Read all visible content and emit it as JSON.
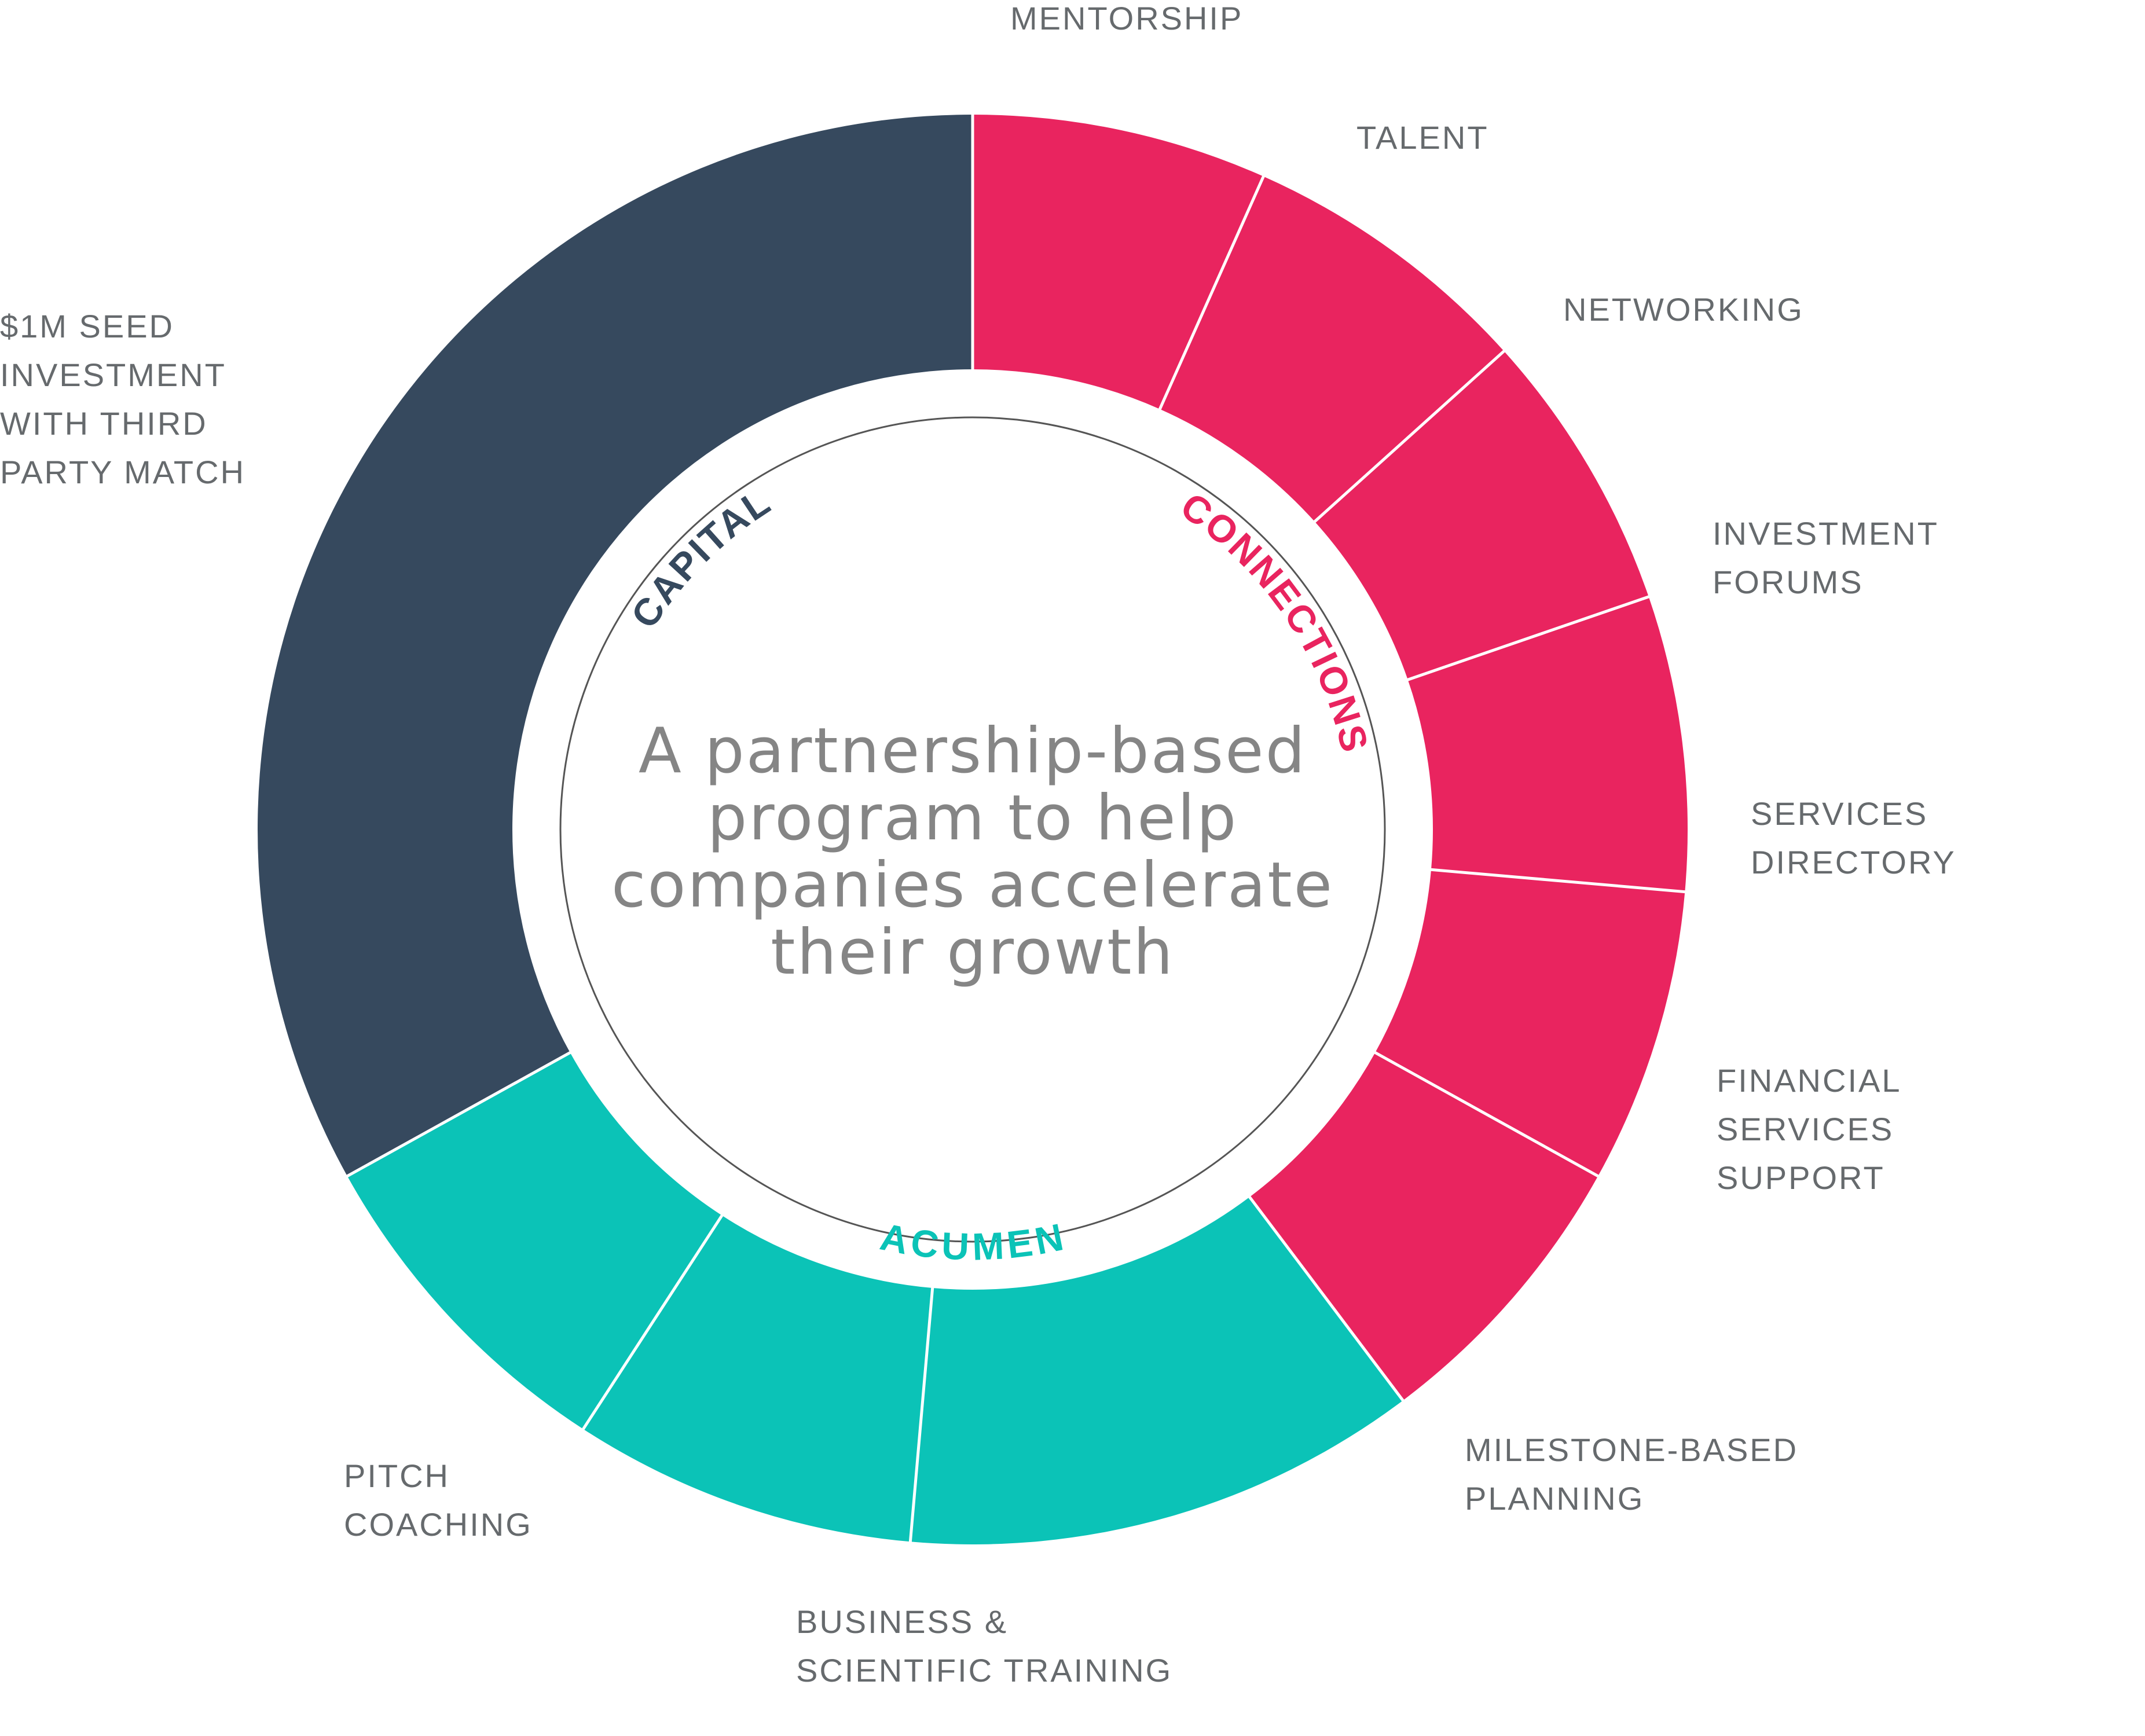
{
  "center_text": "A partnership-based\nprogram to help\ncompanies accelerate\ntheir growth",
  "colors": {
    "capital": "#36495e",
    "connections": "#e9245f",
    "acumen": "#0bc3b7",
    "label": "#666a6d",
    "center": "#858585"
  },
  "categories": [
    {
      "key": "capital",
      "label": "CAPITAL",
      "color": "#36495e"
    },
    {
      "key": "connections",
      "label": "CONNECTIONS",
      "color": "#e9245f"
    },
    {
      "key": "acumen",
      "label": "ACUMEN",
      "color": "#0bc3b7"
    }
  ],
  "segments": [
    {
      "label": "MENTORSHIP",
      "category": "connections"
    },
    {
      "label": "TALENT",
      "category": "connections"
    },
    {
      "label": "NETWORKING",
      "category": "connections"
    },
    {
      "label": "INVESTMENT\nFORUMS",
      "category": "connections"
    },
    {
      "label": "SERVICES\nDIRECTORY",
      "category": "connections"
    },
    {
      "label": "FINANCIAL\nSERVICES\nSUPPORT",
      "category": "connections"
    },
    {
      "label": "MILESTONE-BASED\nPLANNING",
      "category": "acumen"
    },
    {
      "label": "BUSINESS &\nSCIENTIFIC TRAINING",
      "category": "acumen"
    },
    {
      "label": "PITCH\nCOACHING",
      "category": "acumen"
    },
    {
      "label": "$1M SEED\nINVESTMENT\nWITH THIRD\nPARTY MATCH",
      "category": "capital"
    }
  ]
}
